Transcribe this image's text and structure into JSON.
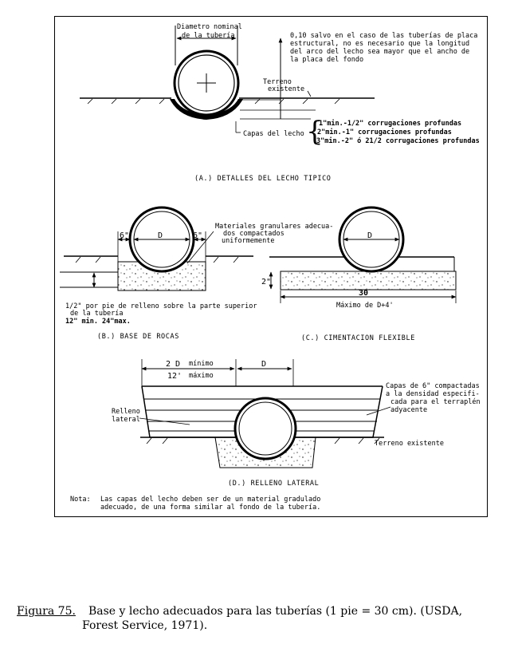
{
  "panel_a": {
    "dim_label_1": "Diametro nominal",
    "dim_label_2": "de la tubería",
    "note_1": "0,10 salvo en el caso de las tuberías de placa",
    "note_2": "estructural, no es necesario que la longitud",
    "note_3": "del arco del lecho sea mayor que el ancho de",
    "note_4": "la placa del fondo",
    "terreno_1": "Terreno",
    "terreno_2": "existente",
    "capas_label": "Capas del lecho",
    "bed_1": "1\"min.-1/2\" corrugaciones profundas",
    "bed_2": "2\"min.-1\" corrugaciones profundas",
    "bed_3": "3\"min.-2\" ó 21/2 corrugaciones profundas",
    "caption": "(A.)  DETALLES DEL LECHO TIPICO"
  },
  "panel_b": {
    "six_left": "6\"",
    "six_right": "6\"",
    "d_label": "D",
    "materials_1": "Materiales granulares adecua-",
    "materials_2": "dos compactados",
    "materials_3": "uniformemente",
    "note_1": "1/2\" por pie de  relleno sobre la parte superior",
    "note_2": "de la tubería",
    "note_3": "12\" min. 24\"max.",
    "caption": "(B.)  BASE DE ROCAS"
  },
  "panel_c": {
    "d_label": "D",
    "depth": "2\"",
    "width_value": "30",
    "width_label": "Máximo de D+4'",
    "caption": "(C.)  CIMENTACION FLEXIBLE"
  },
  "panel_d": {
    "width_2d": "2 D",
    "width_2d_note": "mínimo",
    "width_12": "12'",
    "width_12_note": "máximo",
    "d_label": "D",
    "layers_1": "Capas de 6\" compactadas",
    "layers_2": "a la densidad especifi-",
    "layers_3": "cada para el terraplén",
    "layers_4": "adyacente",
    "side_fill_1": "Relleno",
    "side_fill_2": "lateral",
    "terreno": "Terreno existente",
    "caption": "(D.)  RELLENO LATERAL"
  },
  "note": {
    "label": "Nota:",
    "line_1": "Las capas del lecho deben ser de un material gradulado",
    "line_2": "adecuado, de una forma similar al fondo de la tubería."
  },
  "figure_caption": {
    "number": "Figura 75.",
    "line_1": "Base y lecho adecuados para las tuberías (1 pie = 30 cm). (USDA,",
    "line_2": "Forest Service, 1971)."
  }
}
